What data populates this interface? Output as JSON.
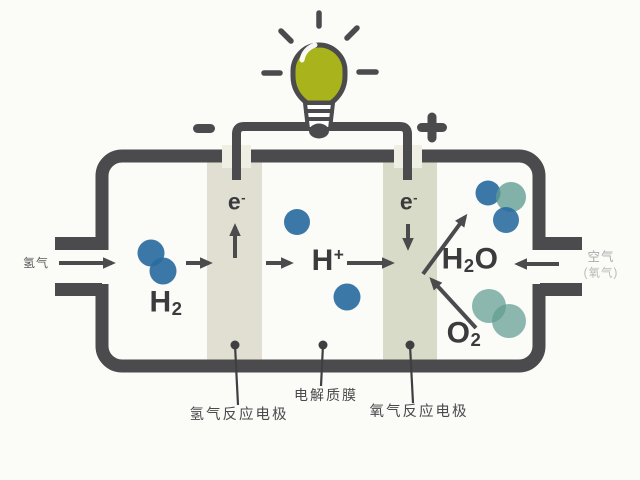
{
  "colors": {
    "background": "#fbfbf8",
    "outline": "#4b4b4e",
    "bulb": "#a9b41c",
    "electrode_left": "#e1dfd2",
    "electrode_right": "#d8dbc8",
    "notch": "#f0efe4",
    "blue": "#2b6da0",
    "teal": "#5f9c92",
    "text_dark": "#3b3b3d",
    "text_mid": "#4a4a4c",
    "text_faint": "#a8acaa"
  },
  "terminals": {
    "negative": "−",
    "positive": "+"
  },
  "inlets": {
    "hydrogen": {
      "label": "氢气"
    },
    "air": {
      "line1": "空气",
      "line2": "(氧气)"
    }
  },
  "species": {
    "h2": {
      "base": "H",
      "sub": "2"
    },
    "h_plus": {
      "base": "H",
      "sup": "+"
    },
    "h2o": {
      "pre": "H",
      "sub": "2",
      "post": "O"
    },
    "o2": {
      "base": "O",
      "sub": "2"
    },
    "electron": {
      "base": "e",
      "sup": "-"
    }
  },
  "annotations": {
    "left_electrode": "氢气反应电极",
    "membrane": "电解质膜",
    "right_electrode": "氧气反应电极"
  }
}
